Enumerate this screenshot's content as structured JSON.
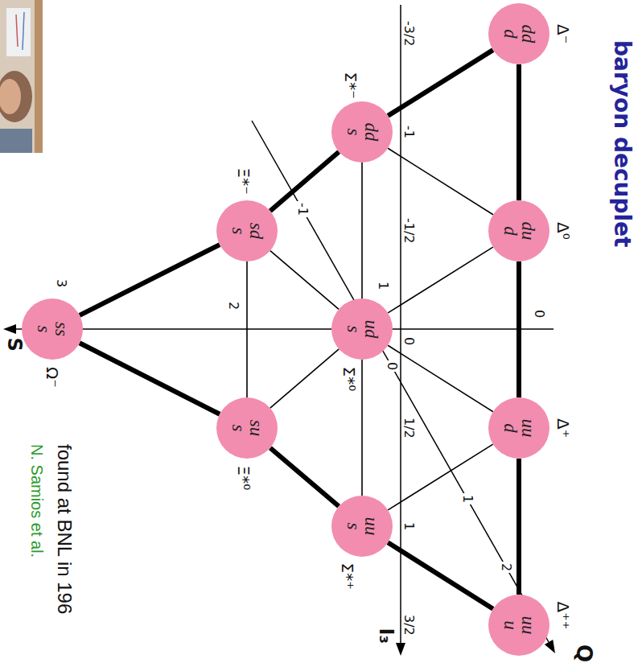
{
  "diagram": {
    "title": "baryon decuplet",
    "nodes": [
      {
        "text": [
          "Δ⁻",
          "dd d"
        ]
      },
      {
        "text": [
          "Δ⁰",
          "du d"
        ]
      },
      {
        "text": [
          "Δ⁺",
          "uu d"
        ]
      },
      {
        "text": [
          "Δ⁺⁺",
          "uu u"
        ]
      },
      {
        "text": [
          "Σ*⁻",
          "dd s"
        ]
      },
      {
        "text": [
          "Σ*⁰",
          "ud s"
        ]
      },
      {
        "text": [
          "Σ*⁺",
          "uu s"
        ]
      },
      {
        "text": [
          "Ξ*⁻",
          "sd s"
        ]
      },
      {
        "text": [
          "Ξ*⁰",
          "su s"
        ]
      },
      {
        "text": [
          "Ω⁻",
          "ss s"
        ]
      }
    ],
    "edges": [
      {
        "from": 0,
        "to": 1,
        "arrow": "none"
      },
      {
        "from": 1,
        "to": 2,
        "arrow": "none"
      },
      {
        "from": 2,
        "to": 3,
        "arrow": "none"
      },
      {
        "from": 0,
        "to": 4,
        "arrow": "none"
      },
      {
        "from": 4,
        "to": 7,
        "arrow": "none"
      },
      {
        "from": 7,
        "to": 9,
        "arrow": "none"
      },
      {
        "from": 3,
        "to": 6,
        "arrow": "none"
      },
      {
        "from": 6,
        "to": 8,
        "arrow": "none"
      },
      {
        "from": 8,
        "to": 9,
        "arrow": "none"
      },
      {
        "from": 4,
        "to": 5,
        "arrow": "none"
      },
      {
        "from": 5,
        "to": 6,
        "arrow": "none"
      },
      {
        "from": 1,
        "to": 4,
        "arrow": "none"
      },
      {
        "from": 1,
        "to": 5,
        "arrow": "none"
      },
      {
        "from": 2,
        "to": 5,
        "arrow": "none"
      },
      {
        "from": 2,
        "to": 6,
        "arrow": "none"
      },
      {
        "from": 7,
        "to": 8,
        "arrow": "none"
      },
      {
        "from": 5,
        "to": 7,
        "arrow": "none"
      },
      {
        "from": 5,
        "to": 8,
        "arrow": "none"
      }
    ],
    "labels": [
      "-3/2",
      "-1",
      "-1/2",
      "0",
      "1/2",
      "1",
      "3/2",
      "0",
      "1",
      "2",
      "3",
      "-1",
      "0",
      "1",
      "2",
      "Q",
      "S",
      "I₃",
      "found at BNL in 196",
      "N. Samios et al."
    ]
  }
}
